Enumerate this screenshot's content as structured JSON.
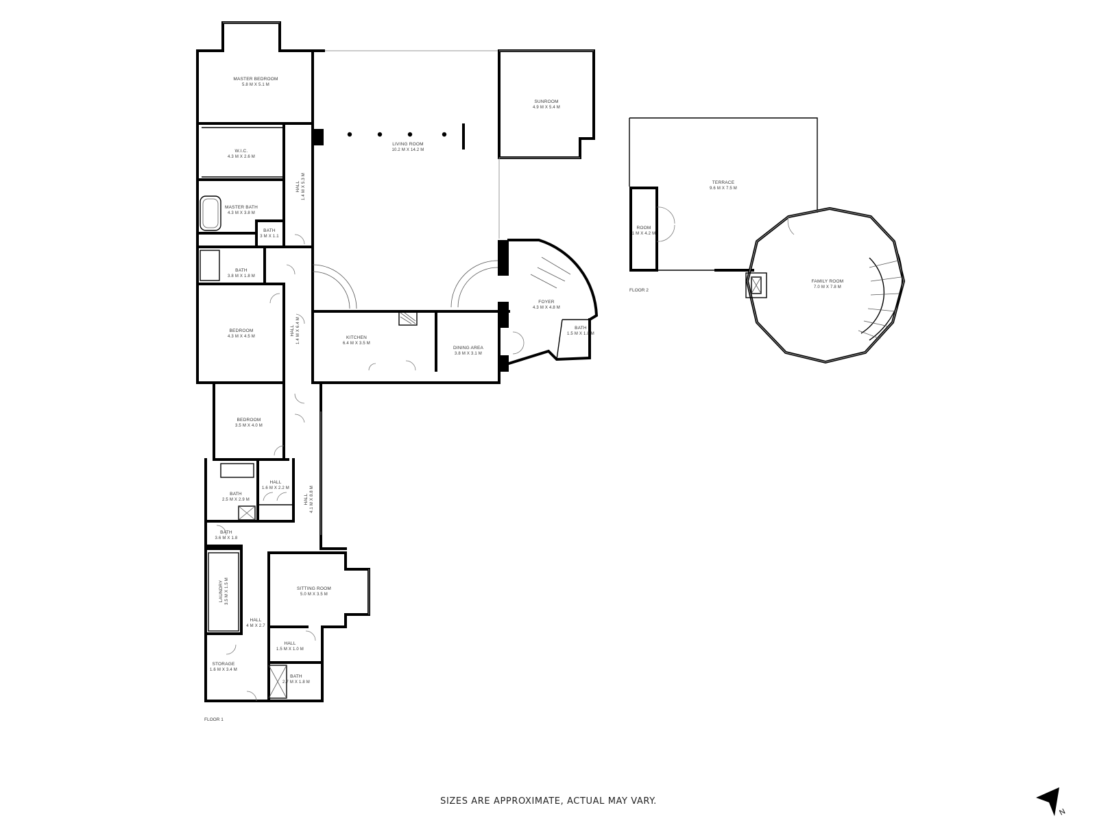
{
  "floors": [
    {
      "label": "FLOOR 1"
    },
    {
      "label": "FLOOR 2"
    }
  ],
  "rooms": [
    {
      "name": "MASTER BEDROOM",
      "size": "5.8 M X 5.1 M"
    },
    {
      "name": "LIVING ROOM",
      "size": "10.2 M X 14.2 M"
    },
    {
      "name": "SUNROOM",
      "size": "4.9 M X 5.4 M"
    },
    {
      "name": "W.I.C.",
      "size": "4.3 M X 2.6 M"
    },
    {
      "name": "HALL",
      "size": "1.4 M X 5.3 M"
    },
    {
      "name": "MASTER BATH",
      "size": "4.3 M X 3.8 M"
    },
    {
      "name": "BATH",
      "size": "3 M X 1.1"
    },
    {
      "name": "BATH",
      "size": "3.8 M X 1.8 M"
    },
    {
      "name": "BEDROOM",
      "size": "4.3 M X 4.5 M"
    },
    {
      "name": "HALL",
      "size": "1.4 M X 6.4 M"
    },
    {
      "name": "KITCHEN",
      "size": "6.4 M X 3.5 M"
    },
    {
      "name": "DINING AREA",
      "size": "3.8 M X 3.1 M"
    },
    {
      "name": "FOYER",
      "size": "4.3 M X 4.8 M"
    },
    {
      "name": "BATH",
      "size": "1.5 M X 1.8 M"
    },
    {
      "name": "BEDROOM",
      "size": "3.5 M X 4.0 M"
    },
    {
      "name": "HALL",
      "size": "1.6 M X 2.2 M"
    },
    {
      "name": "BATH",
      "size": "2.5 M X 2.9 M"
    },
    {
      "name": "HALL",
      "size": "4.1 M X 8.8 M"
    },
    {
      "name": "BATH",
      "size": "3.6 M X 1.8"
    },
    {
      "name": "LAUNDRY",
      "size": "3.5 M X 1.5 M"
    },
    {
      "name": "SITTING ROOM",
      "size": "5.0 M X 3.5 M"
    },
    {
      "name": "HALL",
      "size": "4 M X 2.7"
    },
    {
      "name": "HALL",
      "size": "1.5 M X 1.0 M"
    },
    {
      "name": "STORAGE",
      "size": "1.6 M X 3.4 M"
    },
    {
      "name": "BATH",
      "size": "2.7 M X 1.8 M"
    },
    {
      "name": "TERRACE",
      "size": "9.6 M X 7.5 M"
    },
    {
      "name": "ROOM",
      "size": "1 M X 4.2 M"
    },
    {
      "name": "FAMILY ROOM",
      "size": "7.0 M X 7.8 M"
    }
  ],
  "disclaimer": "SIZES ARE APPROXIMATE, ACTUAL MAY VARY.",
  "north_label": "N"
}
